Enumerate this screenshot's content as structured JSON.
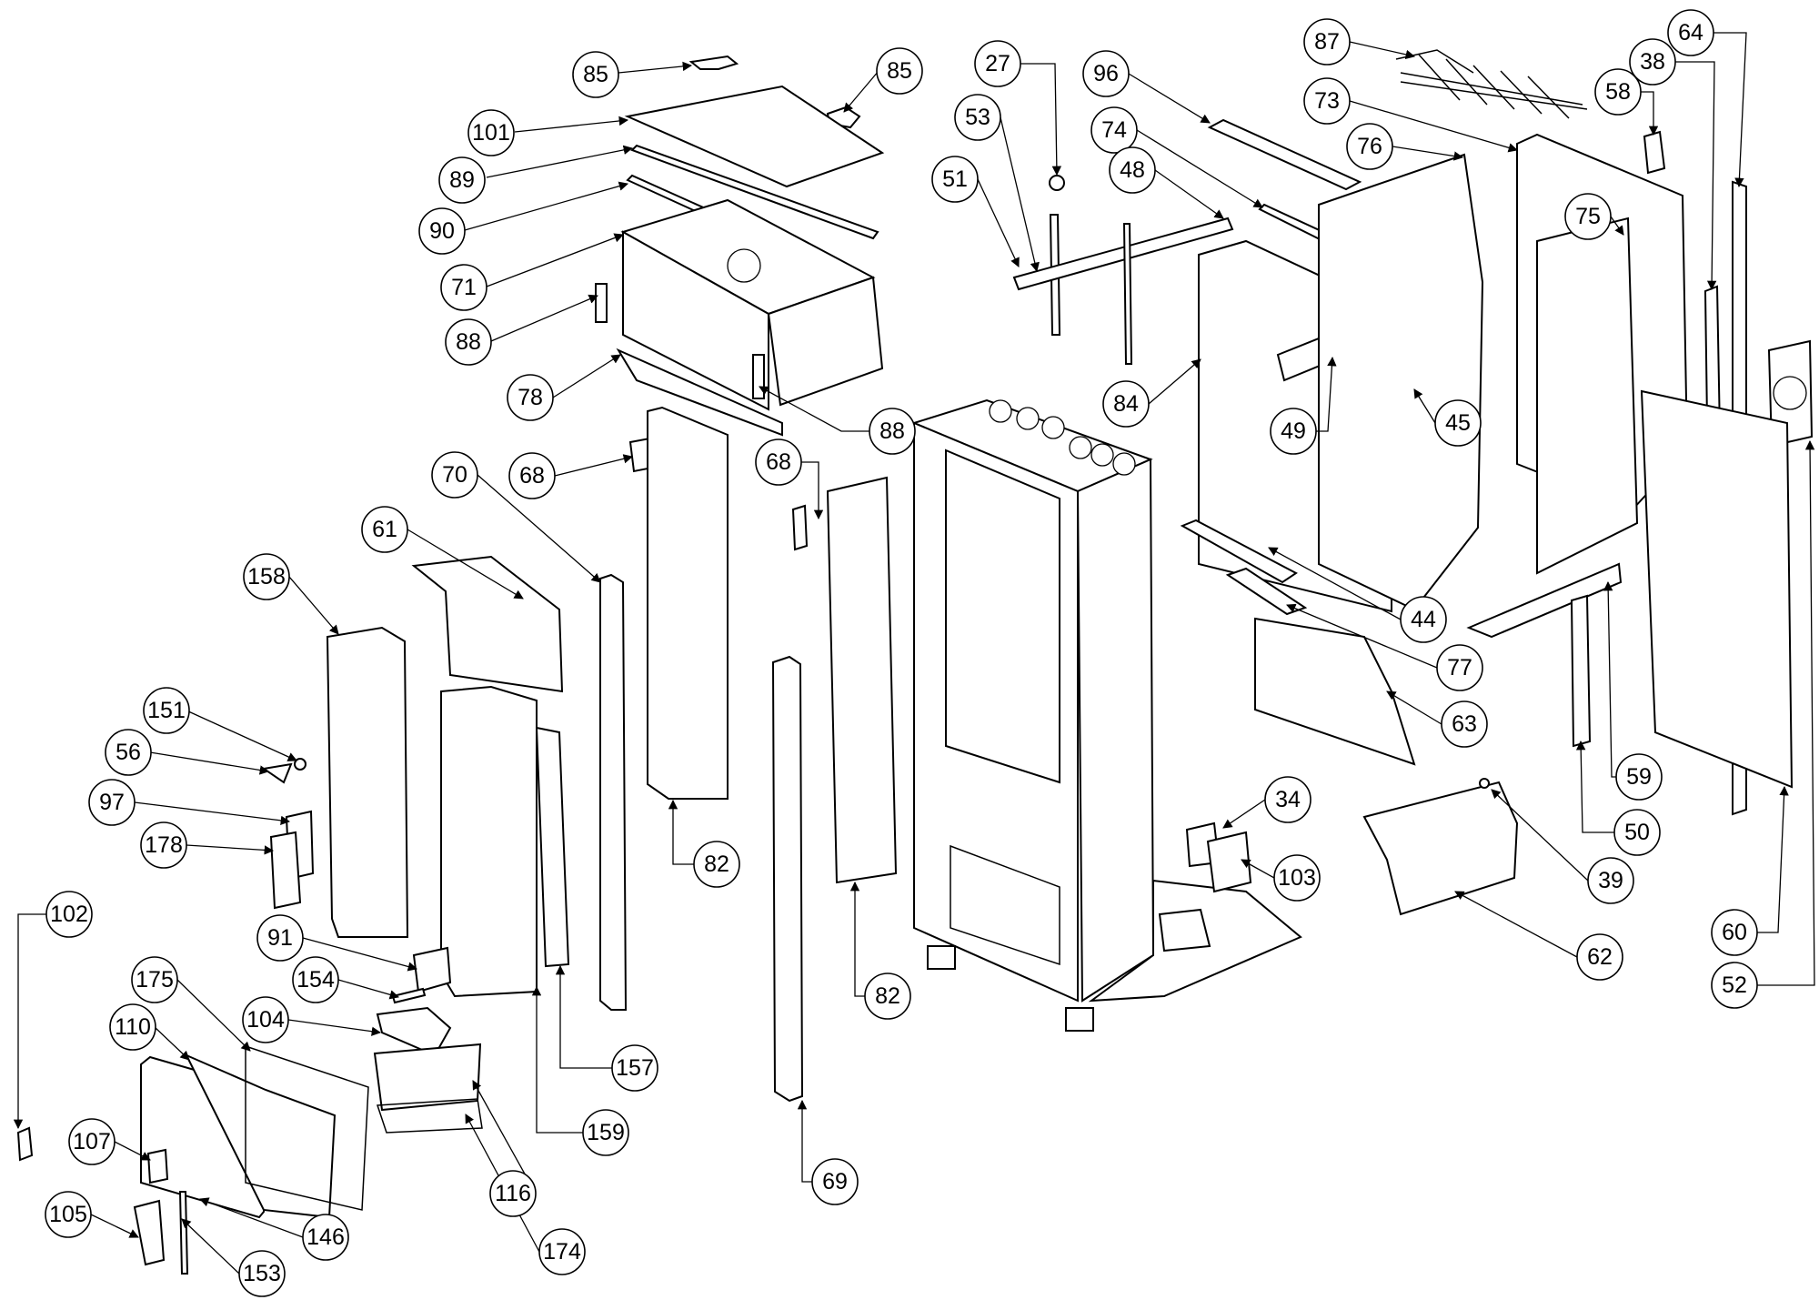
{
  "diagram": {
    "type": "exploded parts diagram",
    "colors": {
      "line": "#000000",
      "background": "#ffffff"
    },
    "callouts": [
      "85",
      "85",
      "101",
      "89",
      "90",
      "71",
      "88",
      "78",
      "88",
      "68",
      "68",
      "70",
      "61",
      "158",
      "151",
      "56",
      "97",
      "178",
      "102",
      "91",
      "154",
      "175",
      "110",
      "104",
      "107",
      "105",
      "153",
      "146",
      "174",
      "116",
      "159",
      "157",
      "82",
      "82",
      "69",
      "27",
      "53",
      "51",
      "96",
      "74",
      "48",
      "84",
      "49",
      "44",
      "77",
      "63",
      "45",
      "87",
      "73",
      "76",
      "75",
      "58",
      "38",
      "64",
      "34",
      "103",
      "39",
      "62",
      "59",
      "50",
      "60",
      "52"
    ]
  }
}
